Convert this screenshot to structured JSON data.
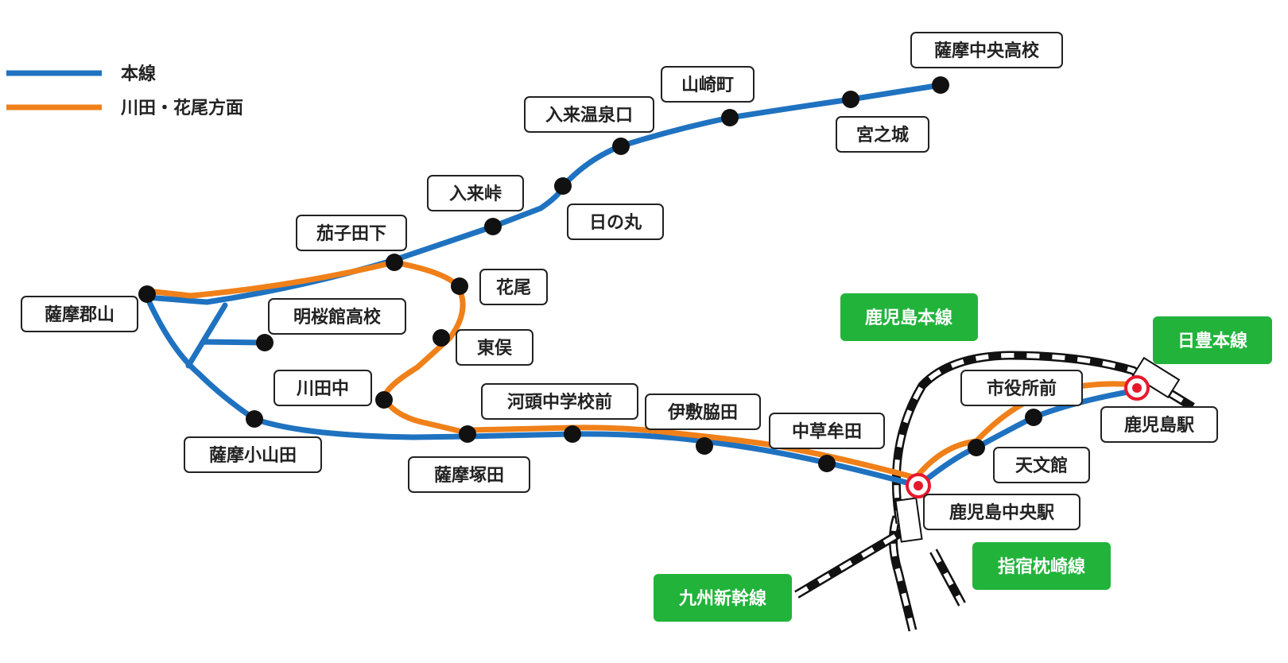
{
  "colors": {
    "main_line": "#1f72c0",
    "branch_line": "#f08019",
    "other_line": "#111111",
    "other_line_label_bg": "#22b33b",
    "station_dot": "#111111",
    "terminal_ring": "#e8182c"
  },
  "legend": {
    "main_line_label": "本線",
    "branch_label": "川田・花尾方面"
  },
  "stations": {
    "satsuma_chuo_koko": "薩摩中央高校",
    "yamazakicho": "山崎町",
    "miyanojo": "宮之城",
    "iriki_onsenguchi": "入来温泉口",
    "iriki_toge": "入来峠",
    "hinomaru": "日の丸",
    "nasukodashimo": "茄子田下",
    "satsuma_koriyama": "薩摩郡山",
    "meioukan_koko": "明桜館高校",
    "hanao": "花尾",
    "higashimata": "東俣",
    "kawadanaka": "川田中",
    "satsuma_koyamada": "薩摩小山田",
    "kawatou_chugakko": "河頭中学校前",
    "satsuma_tsukada": "薩摩塚田",
    "ishikiwakida": "伊敷脇田",
    "nakakusamuta": "中草牟田",
    "shiyakusho_mae": "市役所前",
    "kagoshima_eki": "鹿児島駅",
    "tenmonkan": "天文館",
    "kagoshima_chuo": "鹿児島中央駅"
  },
  "other_lines": {
    "kagoshima_honsen": "鹿児島本線",
    "nippo_honsen": "日豊本線",
    "ibusuki_makurazaki": "指宿枕崎線",
    "kyushu_shinkansen": "九州新幹線"
  }
}
